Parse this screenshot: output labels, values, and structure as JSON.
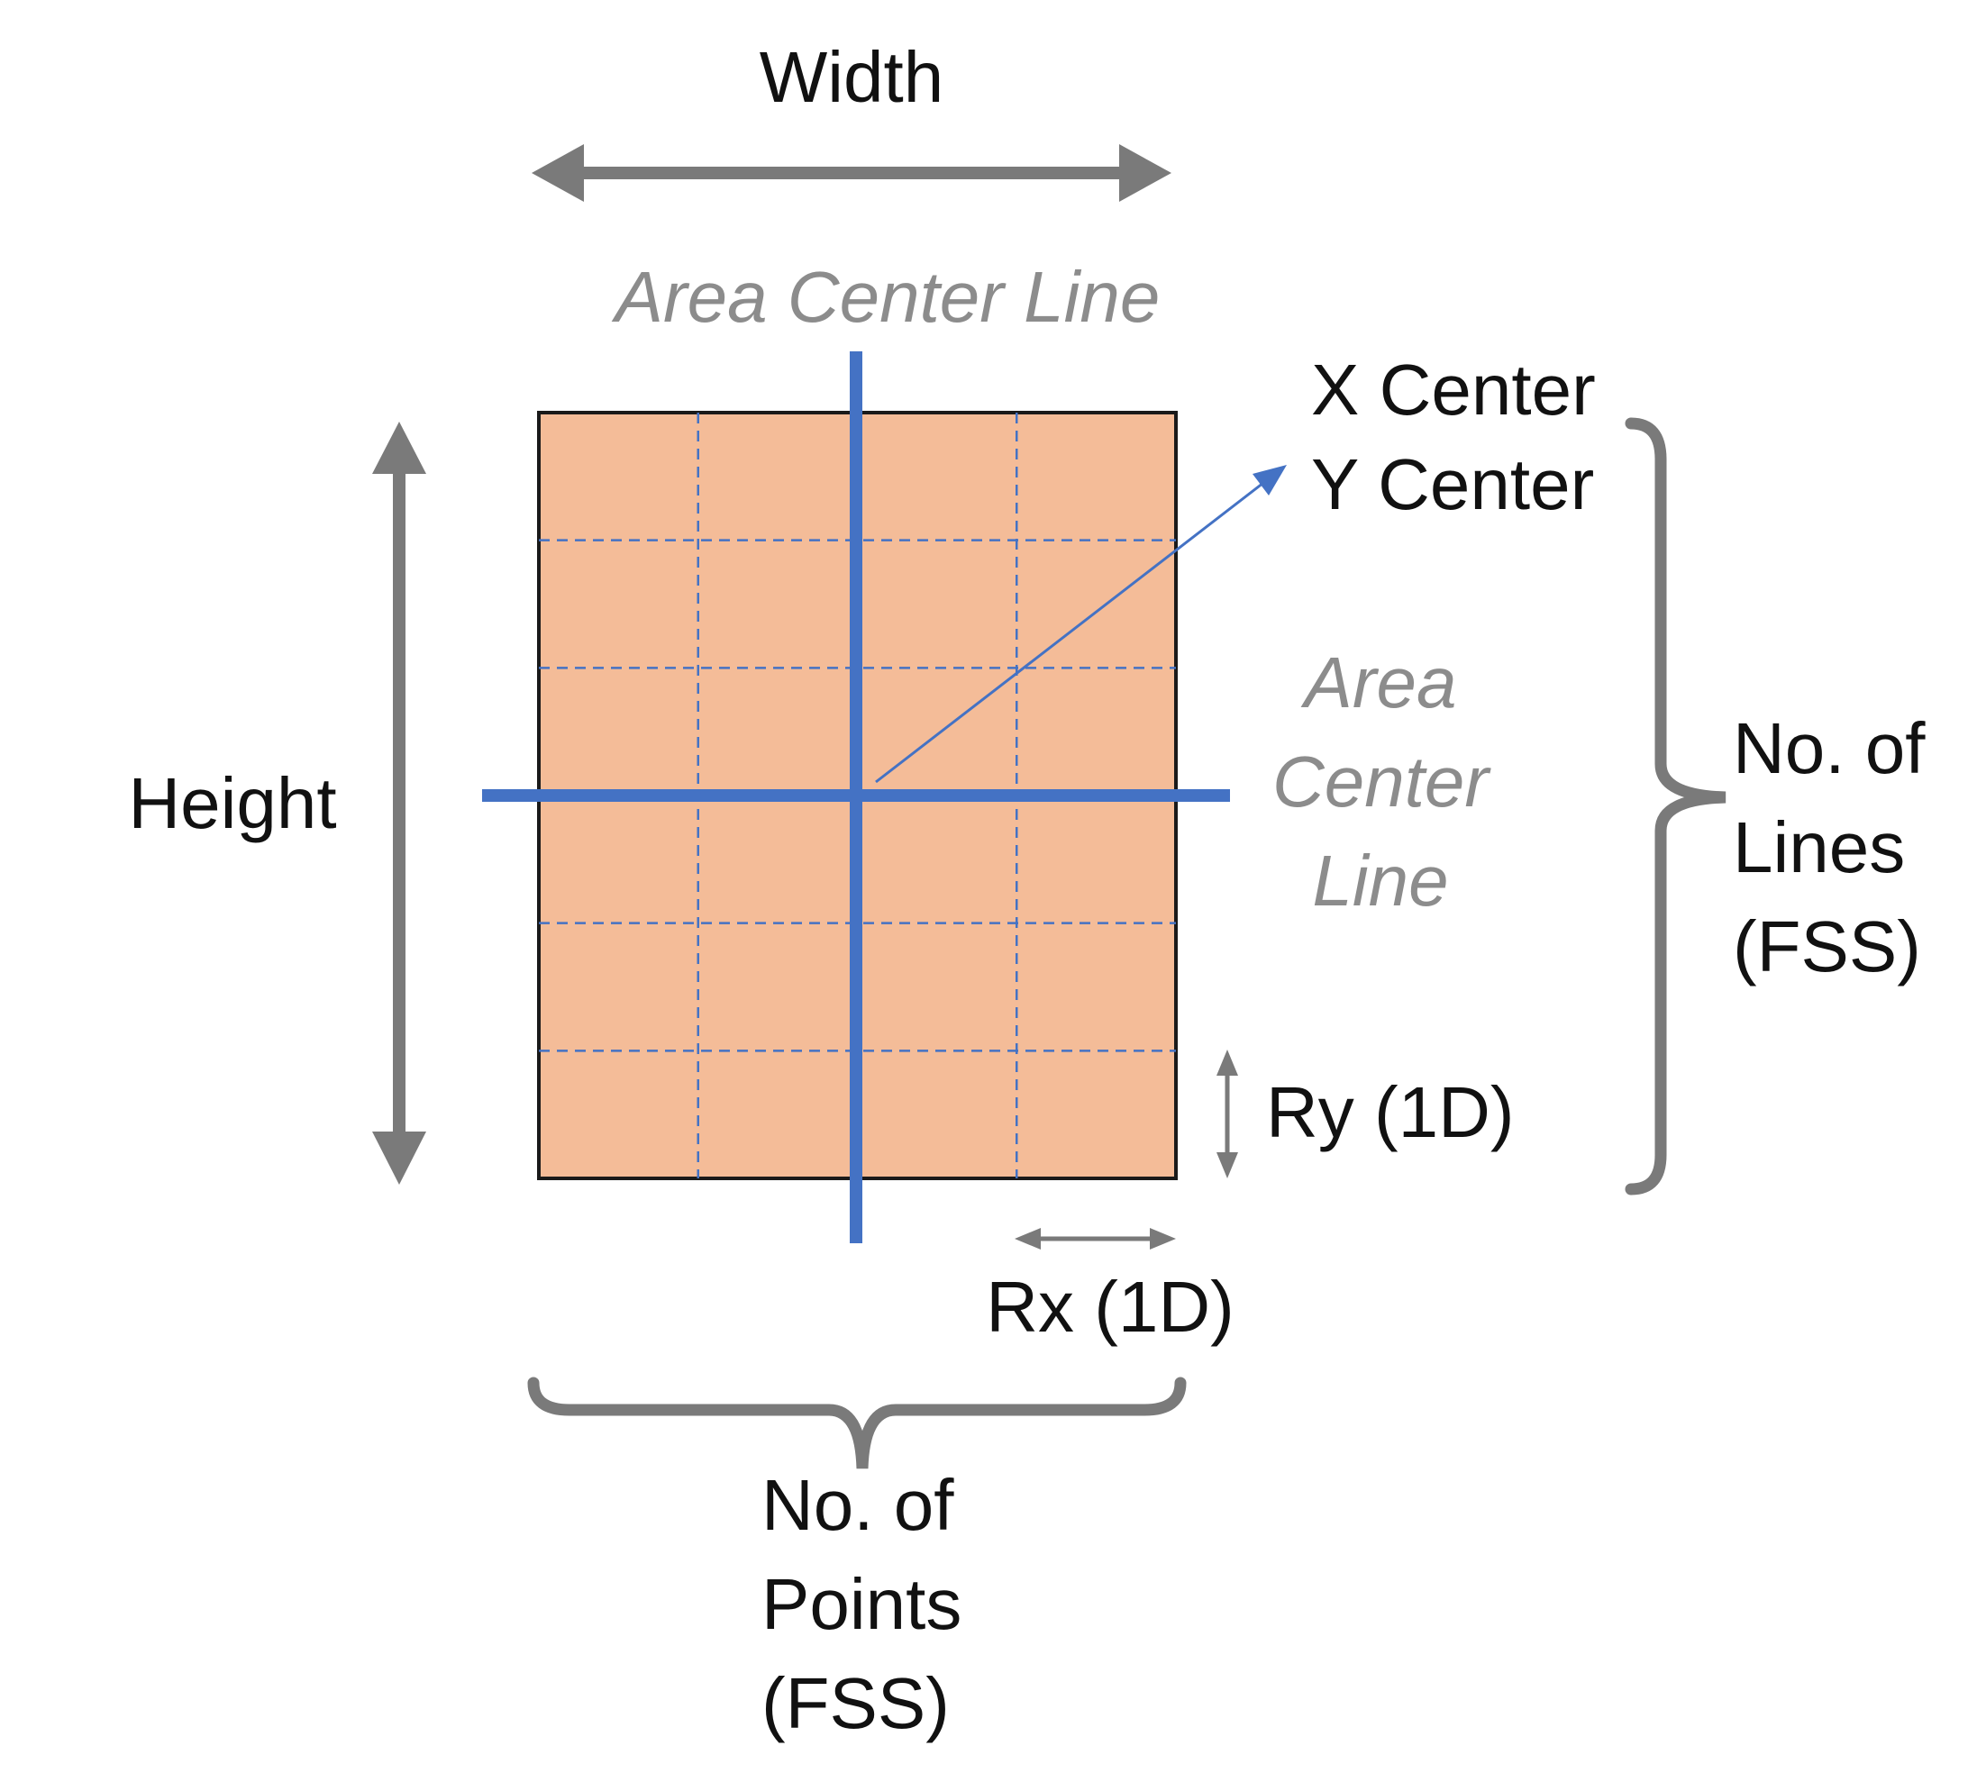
{
  "labels": {
    "width": "Width",
    "height": "Height",
    "area_center_line_top": "Area Center Line",
    "area_center_line_right": [
      "Area",
      "Center",
      "Line"
    ],
    "x_center": "X Center",
    "y_center": "Y Center",
    "no_of_lines": [
      "No. of",
      "Lines",
      "(FSS)"
    ],
    "no_of_points": [
      "No. of",
      "Points",
      "(FSS)"
    ],
    "ry": "Ry (1D)",
    "rx": "Rx (1D)"
  },
  "grid": {
    "columns": 4,
    "rows": 6
  },
  "colors": {
    "area_fill": "#f4bc98",
    "area_border": "#1a1a1a",
    "center_line": "#4472c4",
    "grid_dash": "#4472c4",
    "arrow_gray": "#7a7a7a",
    "label_gray": "#8c8c8c",
    "label_text": "#111111"
  }
}
